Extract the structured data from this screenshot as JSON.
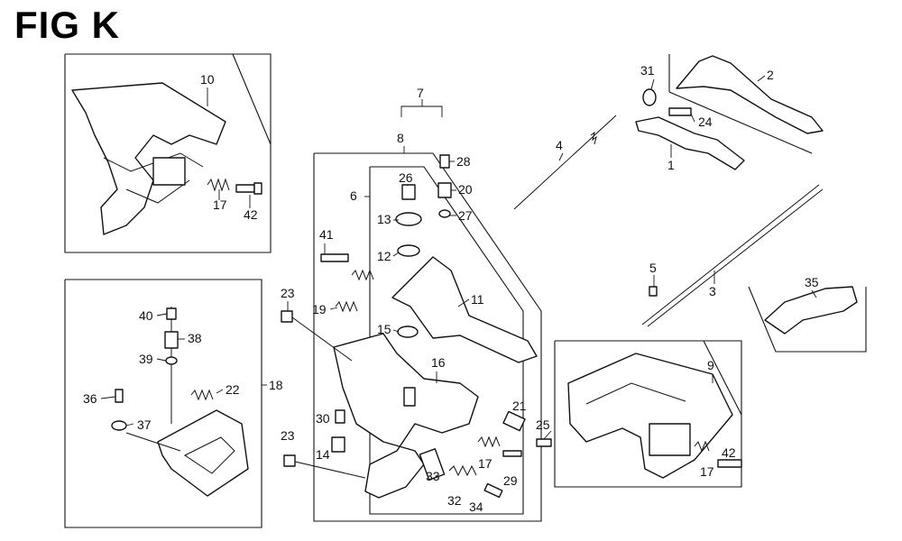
{
  "figure": {
    "title": "FIG K"
  },
  "callouts": [
    "10",
    "17",
    "42",
    "40",
    "38",
    "39",
    "36",
    "37",
    "22",
    "18",
    "41",
    "19",
    "23",
    "30",
    "14",
    "23",
    "6",
    "8",
    "7",
    "28",
    "26",
    "20",
    "13",
    "27",
    "12",
    "11",
    "15",
    "16",
    "21",
    "25",
    "17",
    "33",
    "32",
    "34",
    "29",
    "31",
    "2",
    "24",
    "1",
    "4",
    "5",
    "3",
    "35",
    "9",
    "42",
    "17"
  ]
}
